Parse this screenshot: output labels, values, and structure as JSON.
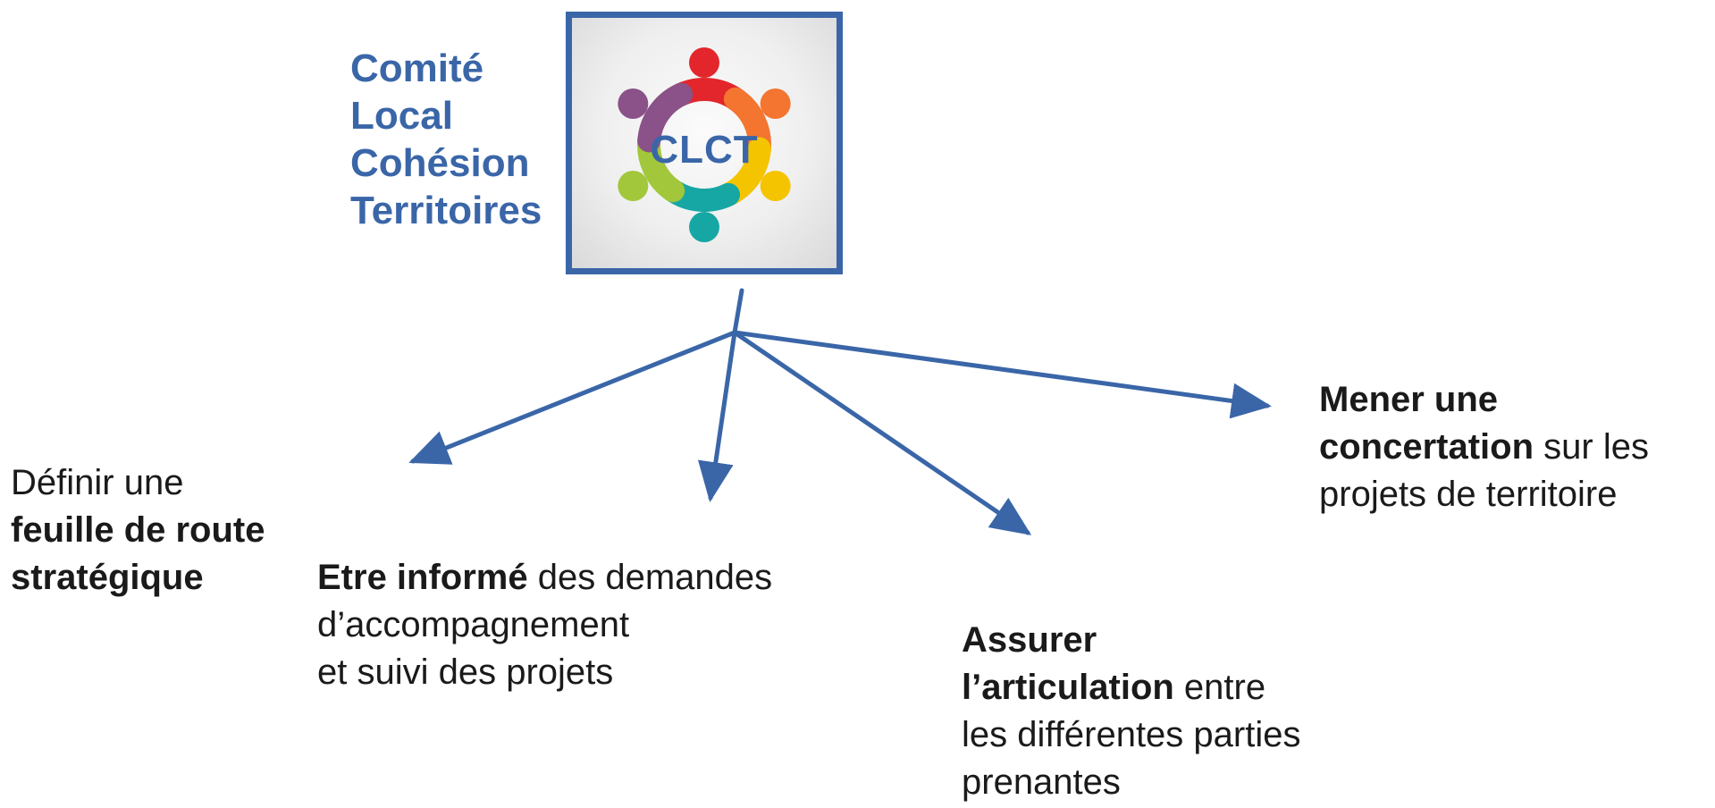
{
  "title": {
    "line1": "Comité",
    "line2": "Local",
    "line3": "Cohésion",
    "line4": "Territoires"
  },
  "logo": {
    "text": "CLCT",
    "colors": [
      "#e3262b",
      "#f37530",
      "#f5c400",
      "#16a7a5",
      "#a2c73b",
      "#8a5288"
    ]
  },
  "branches": {
    "left": {
      "pre": "Définir une",
      "bold1": "feuille de route",
      "bold2": "stratégique"
    },
    "center_left": {
      "bold": "Etre informé",
      "rest1": " des demandes",
      "line2": "d’accompagnement",
      "line3": "et suivi des projets"
    },
    "center_right": {
      "bold1": "Assurer",
      "bold2": "l’articulation",
      "rest2": " entre",
      "line3": "les différentes parties",
      "line4": "prenantes"
    },
    "right": {
      "bold1": "Mener une",
      "bold2": "concertation",
      "rest2": " sur les",
      "line3": "projets de territoire"
    }
  },
  "colors": {
    "accent": "#3a66a8",
    "text": "#1a1a1a"
  }
}
